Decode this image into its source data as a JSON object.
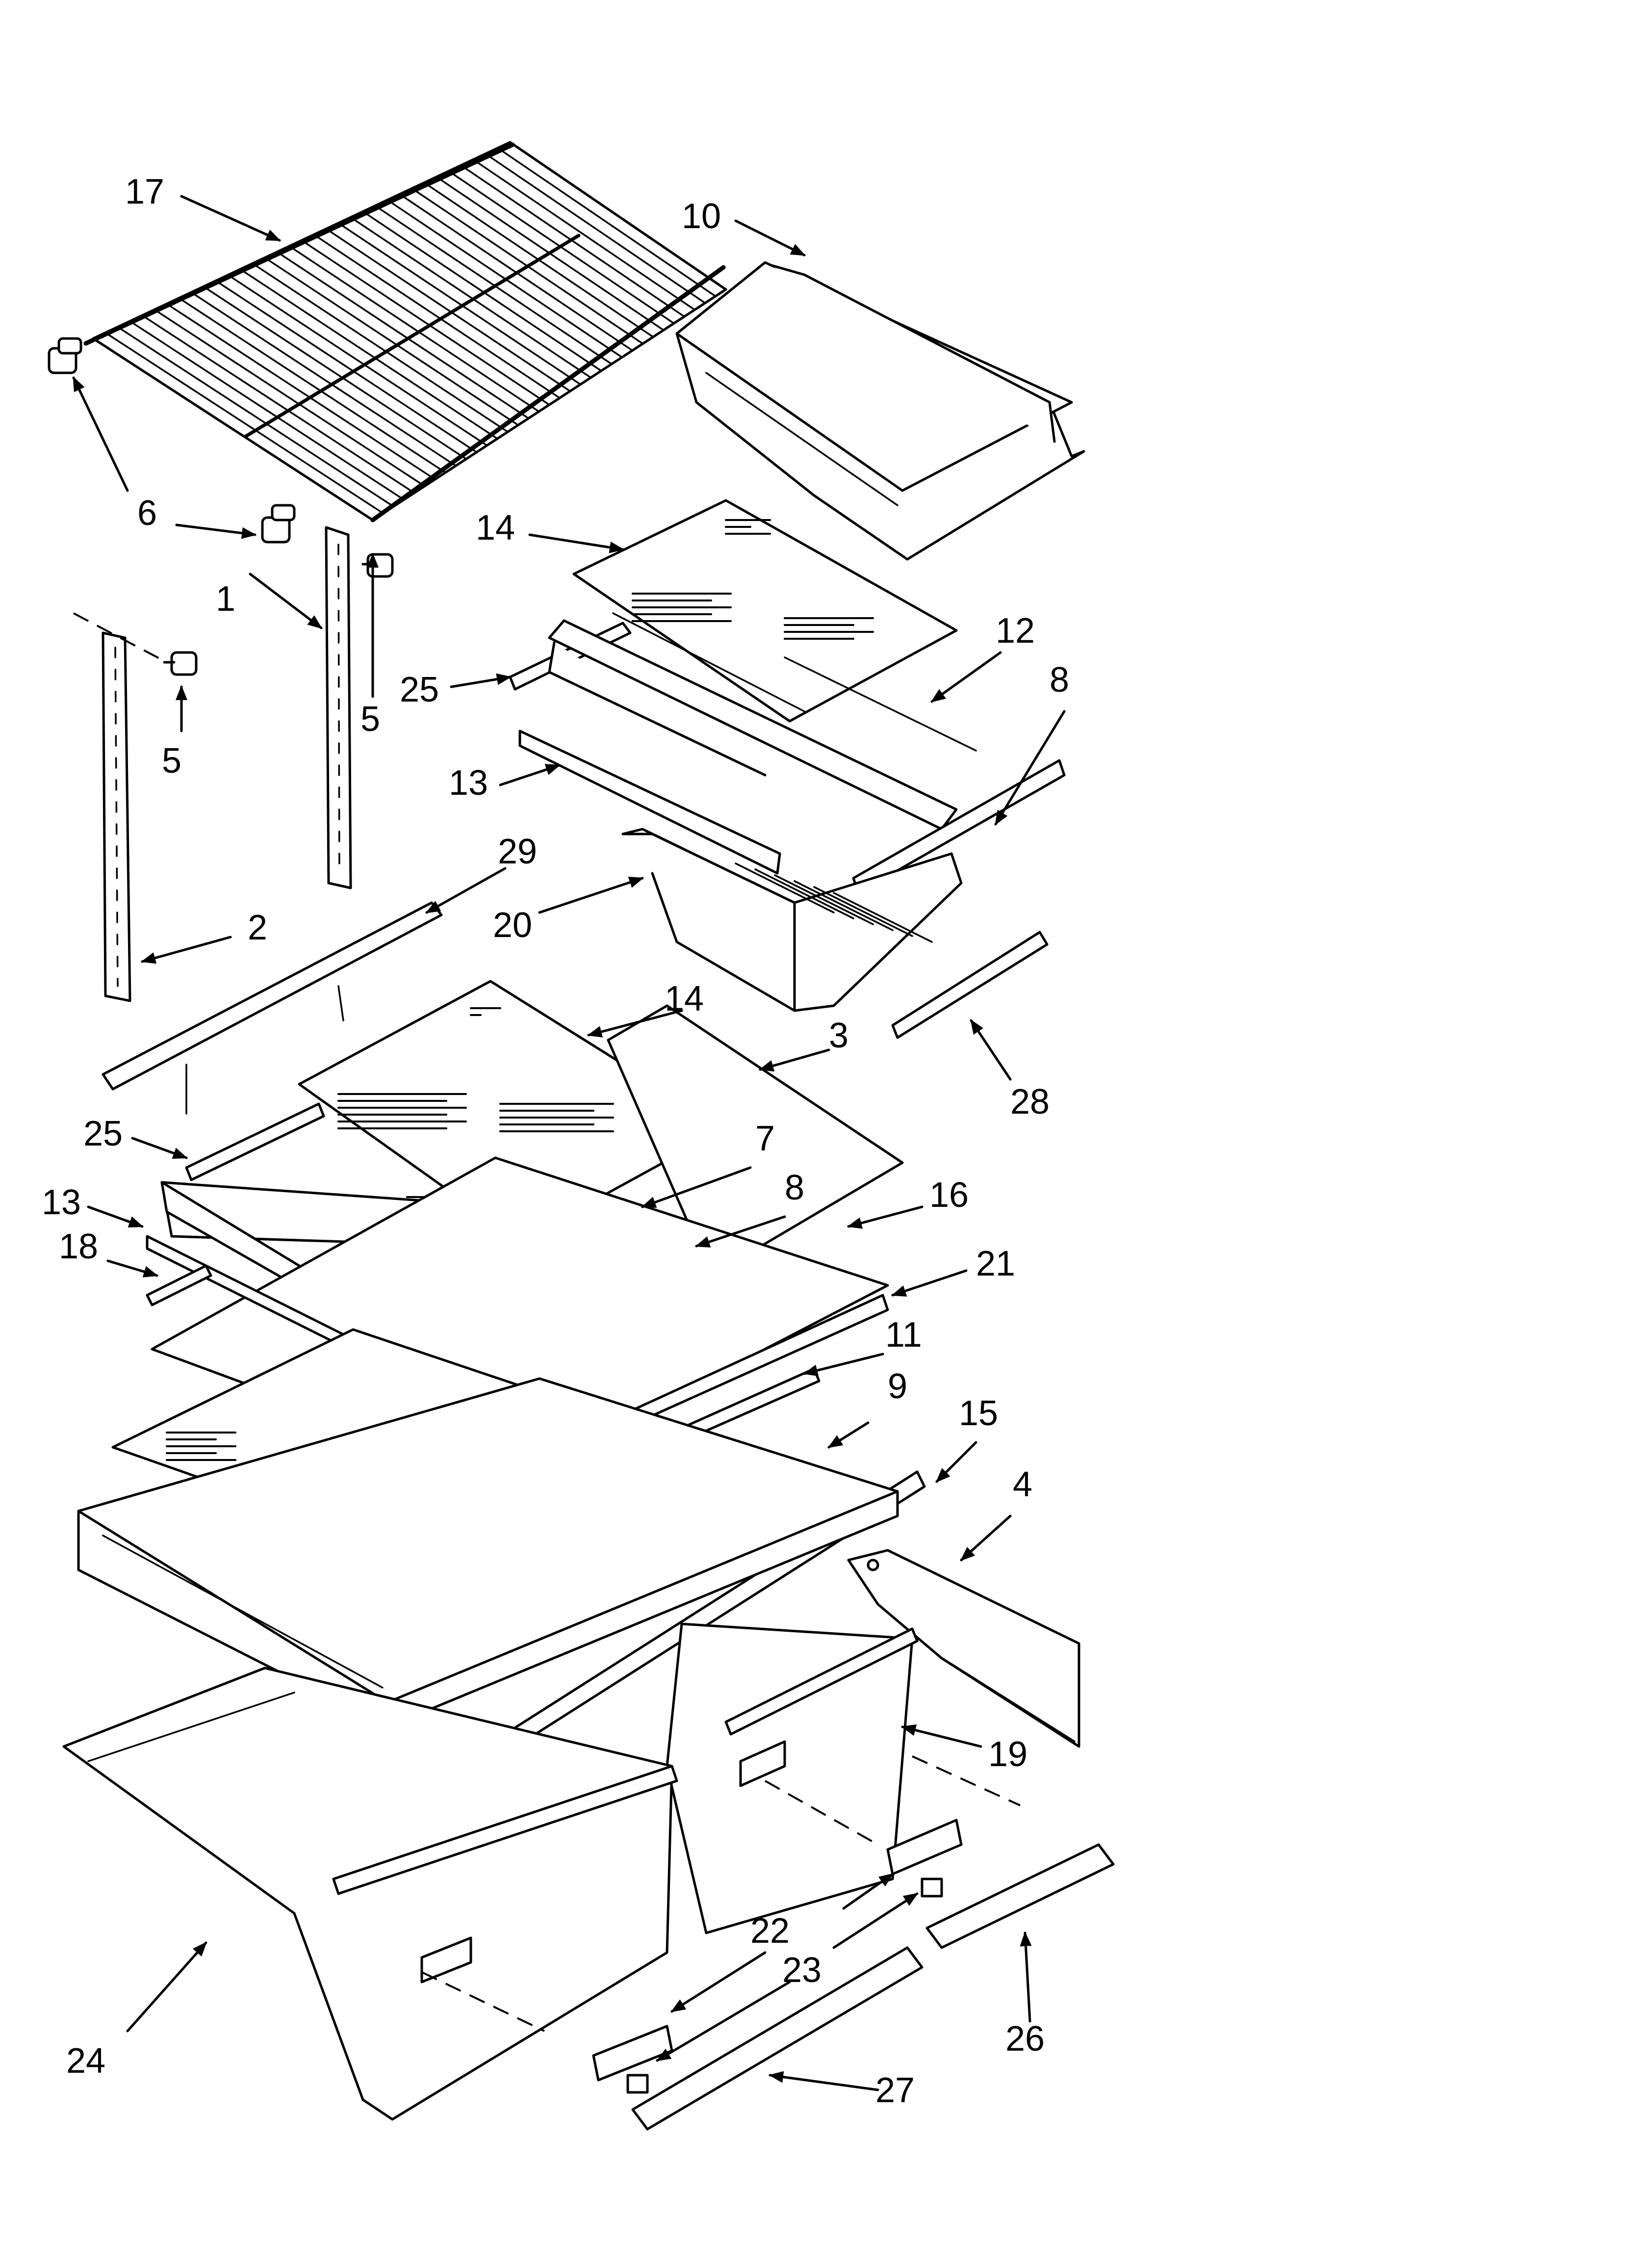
{
  "diagram": {
    "labels": {
      "p1": "1",
      "p2": "2",
      "p3": "3",
      "p4": "4",
      "p5a": "5",
      "p5b": "5",
      "p6": "6",
      "p7": "7",
      "p8a": "8",
      "p8b": "8",
      "p9": "9",
      "p10": "10",
      "p11": "11",
      "p12": "12",
      "p13a": "13",
      "p13b": "13",
      "p14a": "14",
      "p14b": "14",
      "p15": "15",
      "p16": "16",
      "p17": "17",
      "p18": "18",
      "p19": "19",
      "p20": "20",
      "p21": "21",
      "p22": "22",
      "p23": "23",
      "p24": "24",
      "p25a": "25",
      "p25b": "25",
      "p26": "26",
      "p27": "27",
      "p28": "28",
      "p29": "29"
    }
  }
}
